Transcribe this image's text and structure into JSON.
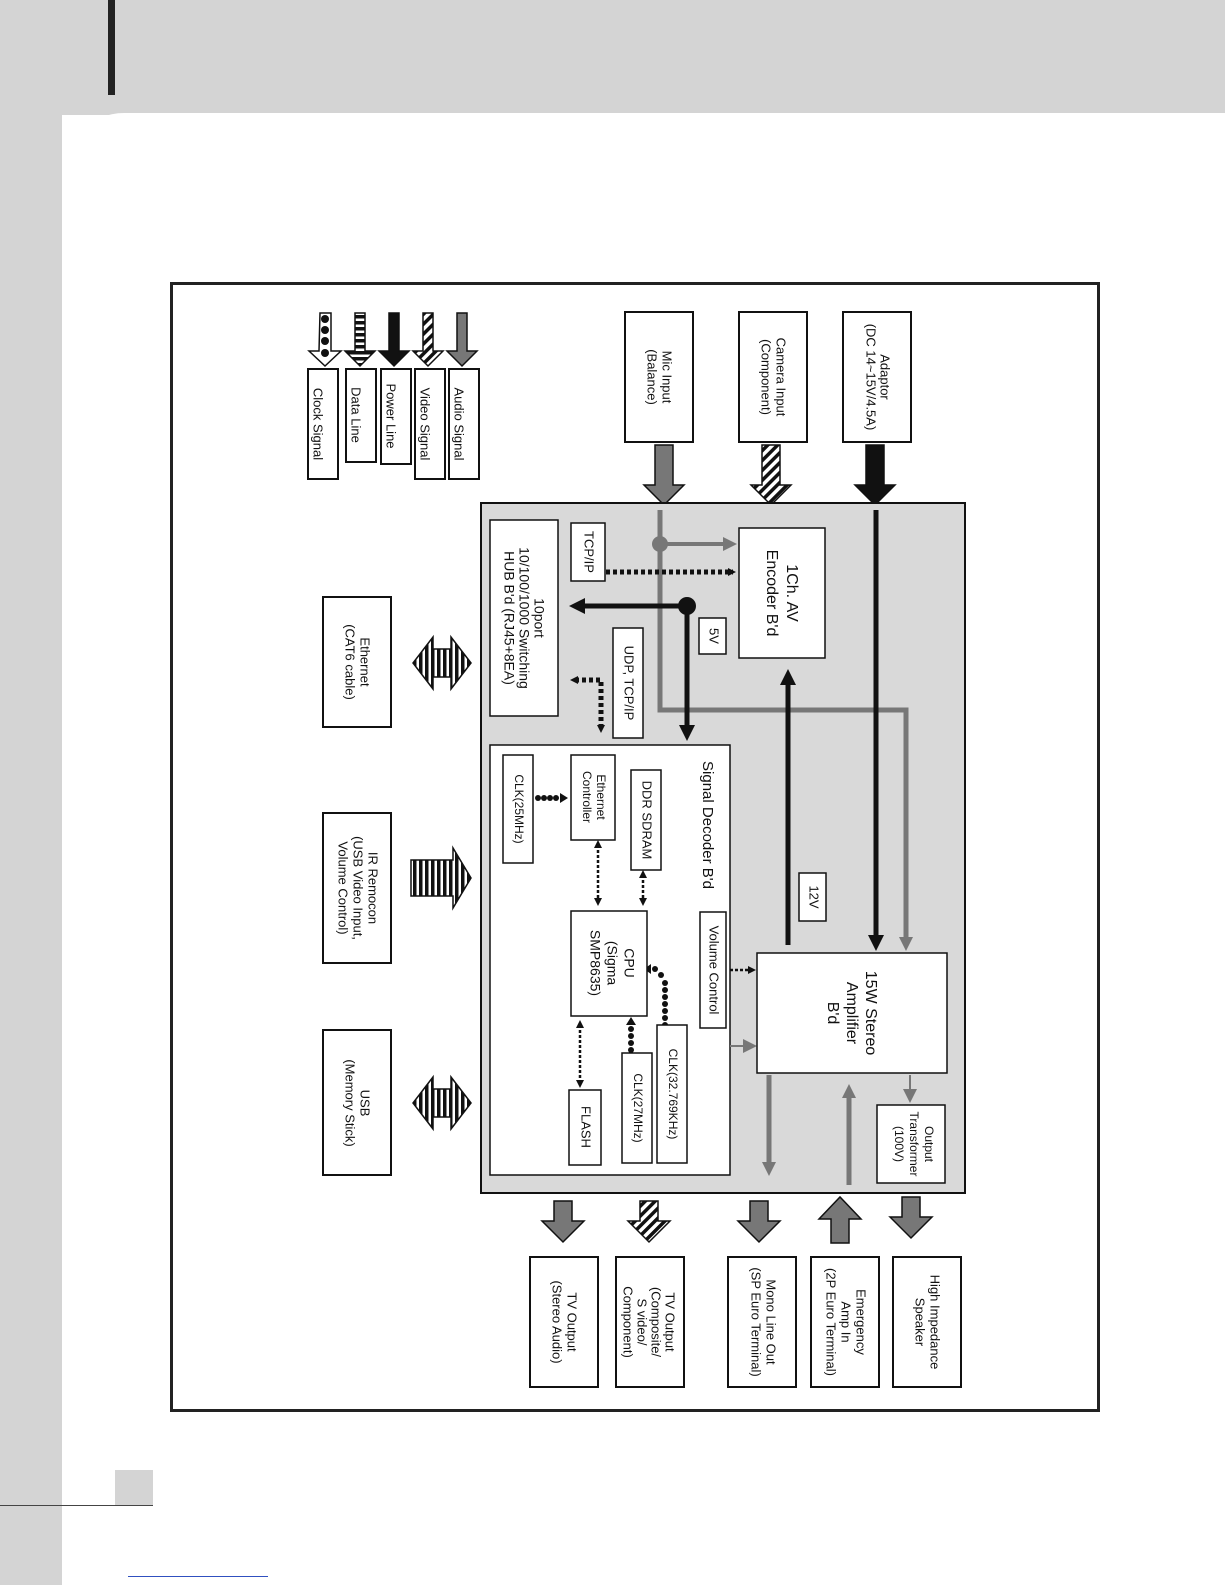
{
  "diagram": {
    "legend": {
      "audio": "Audio Signal",
      "video": "Video Signal",
      "power": "Power Line",
      "data": "Data Line",
      "clock": "Clock Signal"
    },
    "inputs": {
      "adaptor": [
        "Adaptor",
        "(DC 14~15V/4.5A)"
      ],
      "camera": [
        "Camera Input",
        "(Component)"
      ],
      "mic": [
        "Mic Input",
        "(Balance)"
      ]
    },
    "side": {
      "ethernet": [
        "Ethernet",
        "(CAT6 cable)"
      ],
      "ir": [
        "IR Remocon",
        "(USB Video Input,",
        "Volume Control)"
      ],
      "usb": [
        "USB",
        "(Memory Stick)"
      ]
    },
    "outputs": {
      "speaker": [
        "High Impedance",
        "Speaker"
      ],
      "emergency": [
        "Emergency",
        "Amp In",
        "(2P Euro Terminal)"
      ],
      "monoline": [
        "Mono Line Out",
        "(SP Euro Terminal)"
      ],
      "tvvideo": [
        "TV Output",
        "(Composite/",
        "S video/",
        "Component)"
      ],
      "tvaudio": [
        "TV Output",
        "(Stereo Audio)"
      ]
    },
    "blocks": {
      "encoder": [
        "1Ch. AV",
        "Encoder B'd"
      ],
      "hub": [
        "10port",
        "10/100/1000 Switching",
        "HUB B'd (RJ45+8EA)"
      ],
      "tcpip": "TCP/IP",
      "udp": "UDP, TCP/IP",
      "v5": "5V",
      "v12": "12V",
      "decoder_title": "Signal Decoder B'd",
      "ddr": "DDR SDRAM",
      "ethctrl": [
        "Ethernet",
        "Controller"
      ],
      "clk25": "CLK(25MHz)",
      "cpu": [
        "CPU",
        "(Sigma",
        "SMP8635)"
      ],
      "volume": "Volume Control",
      "clk32": "CLK(32.769KHz)",
      "clk27": "CLK(27MHz)",
      "flash": "FLASH",
      "amp": [
        "15W Stereo",
        "Amplifier",
        "B'd"
      ],
      "transformer": [
        "Output",
        "Transformer",
        "(100V)"
      ]
    }
  },
  "colors": {
    "gray_fill": "#d9d9d9",
    "audio": "#777777",
    "power": "#111111"
  }
}
